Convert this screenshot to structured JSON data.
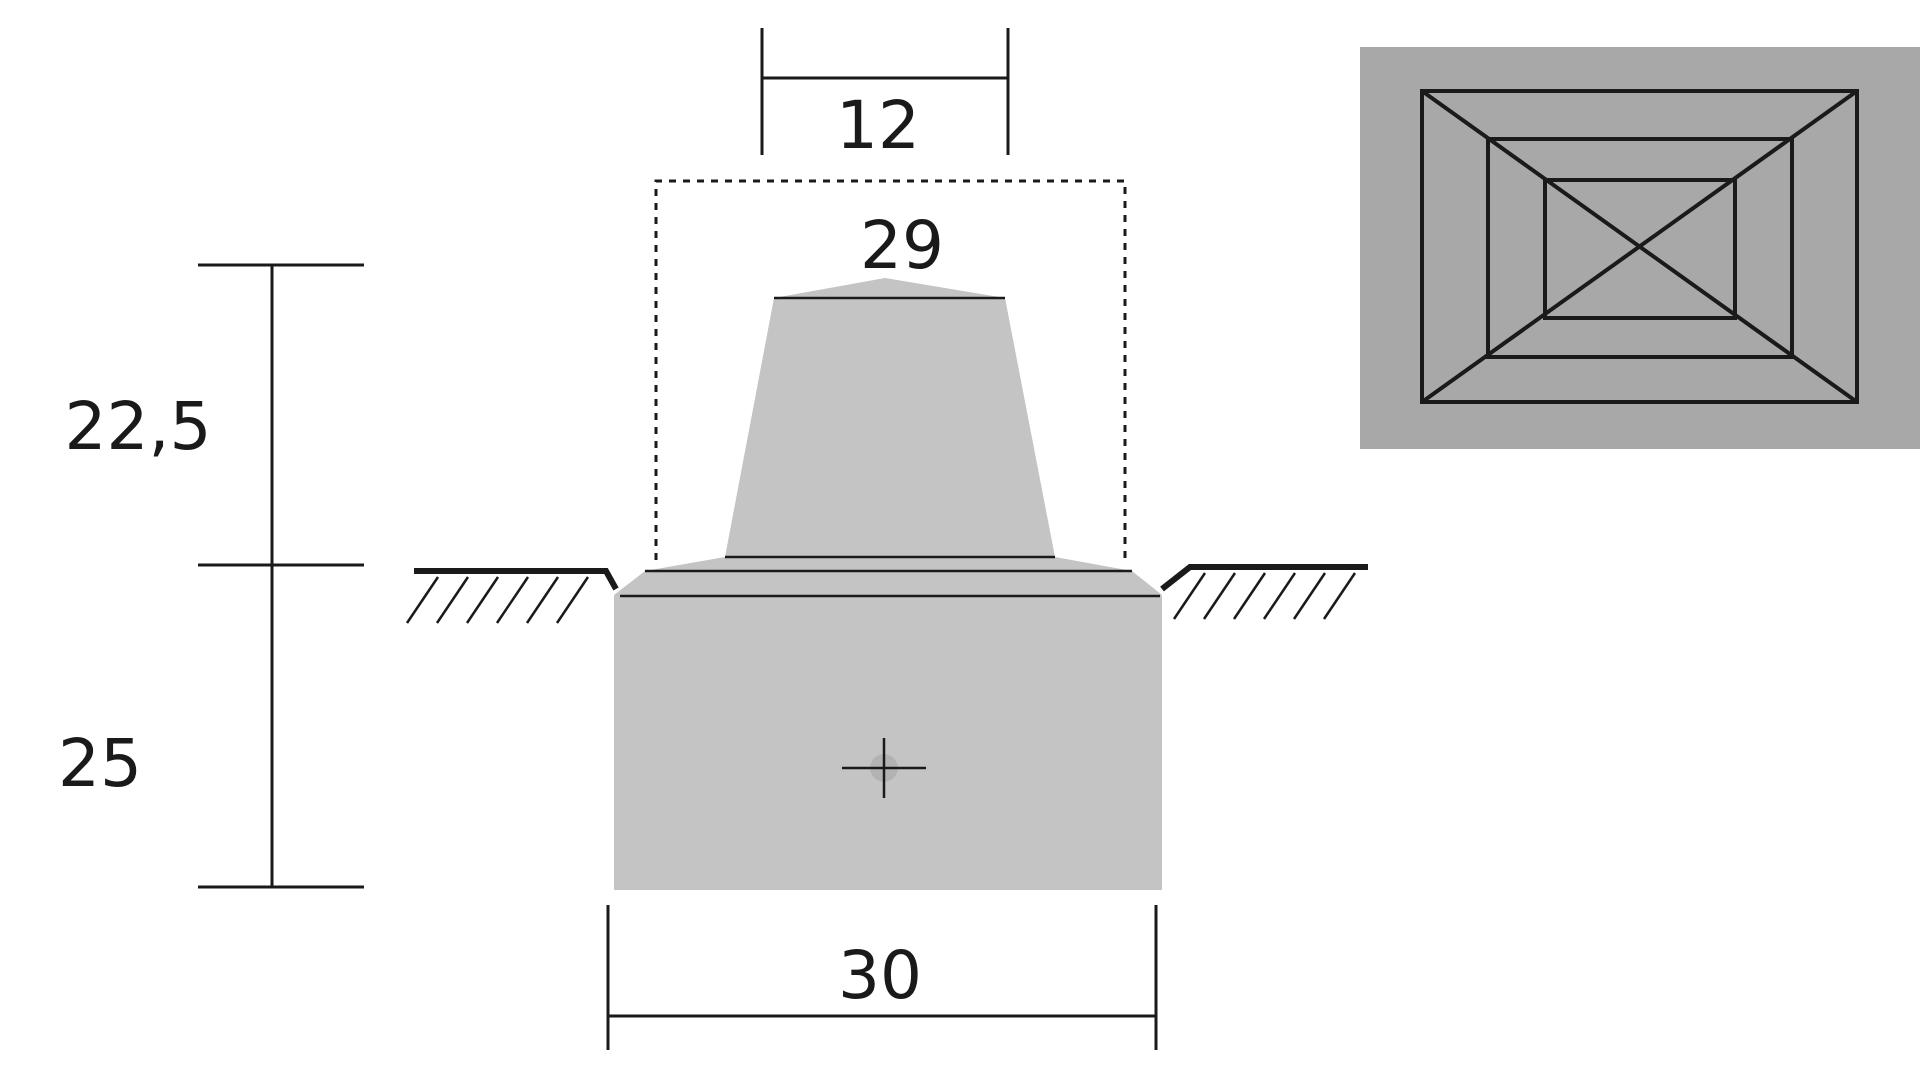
{
  "dimensions": {
    "top_width": "12",
    "mid_width": "29",
    "upper_height": "22,5",
    "lower_height": "25",
    "base_width": "30"
  },
  "colors": {
    "body": "#c4c4c4",
    "plan_background": "#a8a8a8",
    "lines": "#1a1a1a",
    "background": "#ffffff"
  }
}
